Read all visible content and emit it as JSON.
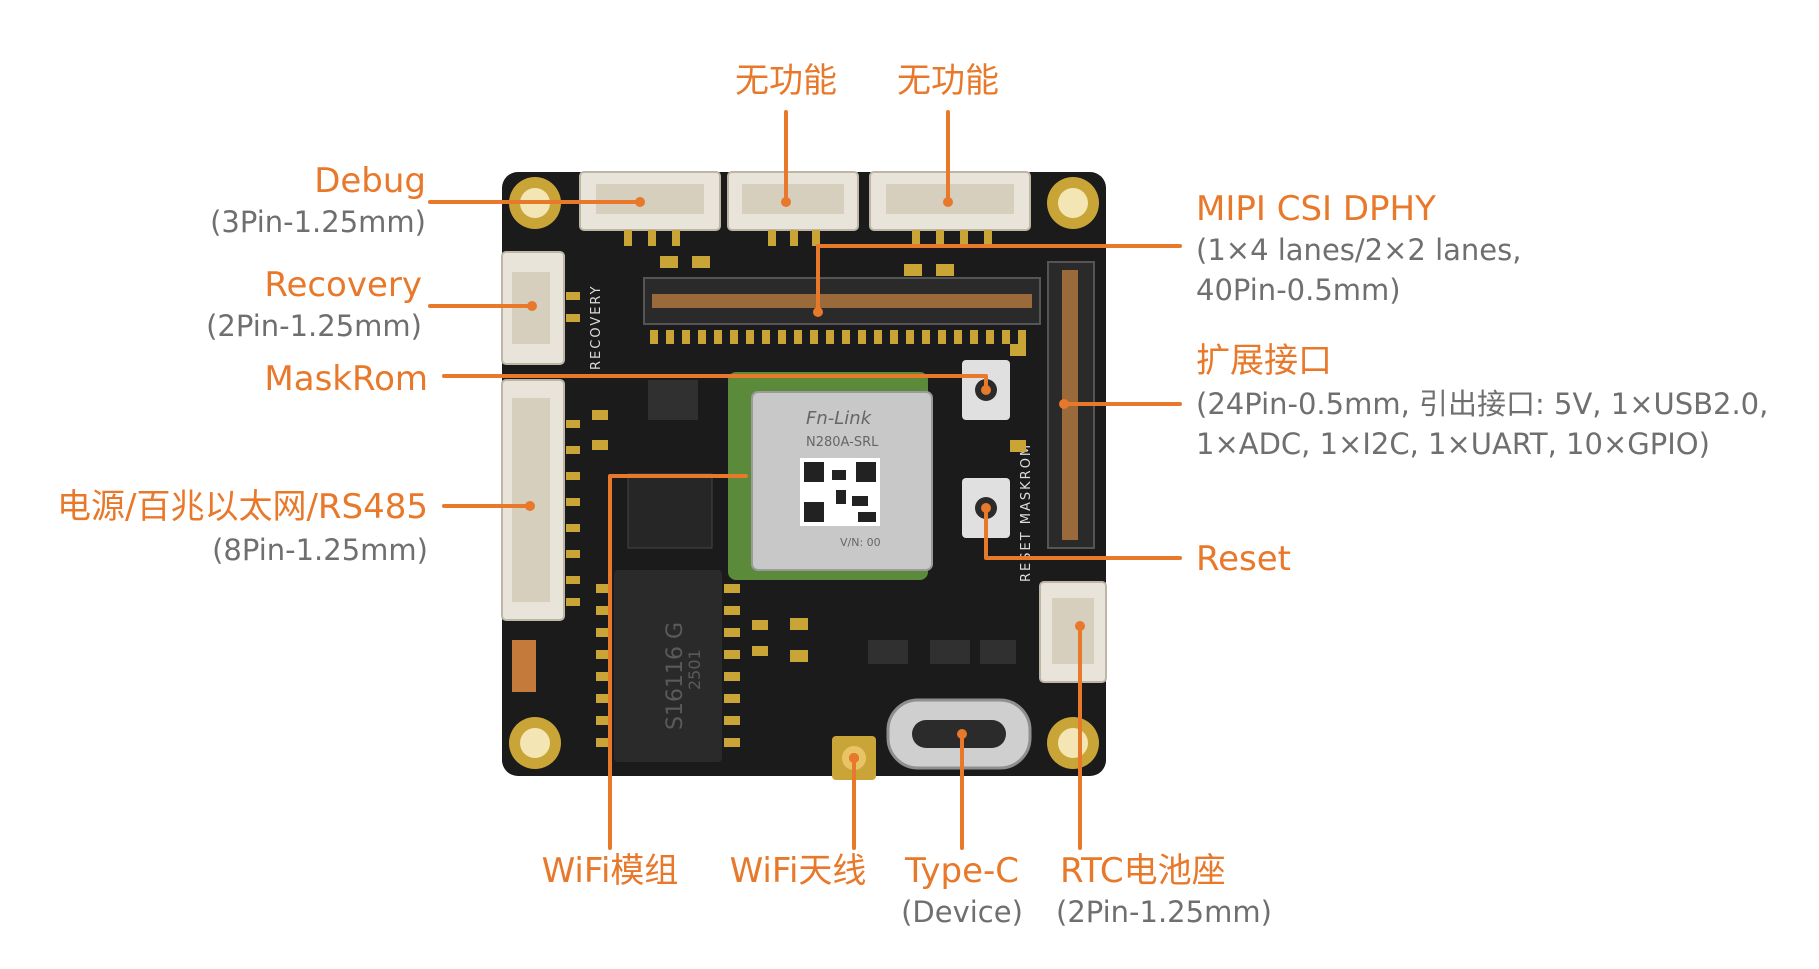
{
  "accent_color": "#e8782a",
  "sub_color": "#6f6f6f",
  "board_color": "#1b1b1b",
  "labels": {
    "debug": {
      "title": "Debug",
      "sub": "(3Pin-1.25mm)"
    },
    "nofunc_1": {
      "title": "无功能"
    },
    "nofunc_2": {
      "title": "无功能"
    },
    "recovery": {
      "title": "Recovery",
      "sub": "(2Pin-1.25mm)"
    },
    "maskrom": {
      "title": "MaskRom"
    },
    "power": {
      "title": "电源/百兆以太网/RS485",
      "sub": "(8Pin-1.25mm)"
    },
    "mipi": {
      "title": "MIPI CSI DPHY",
      "sub1": "(1×4 lanes/2×2 lanes,",
      "sub2": "40Pin-0.5mm)"
    },
    "expansion": {
      "title": "扩展接口",
      "sub1": "(24Pin-0.5mm, 引出接口: 5V, 1×USB2.0,",
      "sub2": "1×ADC, 1×I2C, 1×UART, 10×GPIO)"
    },
    "reset": {
      "title": "Reset"
    },
    "wifi_module": {
      "title": "WiFi模组"
    },
    "wifi_antenna": {
      "title": "WiFi天线"
    },
    "typec": {
      "title": "Type-C",
      "sub": "(Device)"
    },
    "rtc": {
      "title": "RTC电池座",
      "sub": "(2Pin-1.25mm)"
    }
  },
  "board_silkscreen": {
    "recovery": "RECOVERY",
    "reset_maskrom": "RESET  MASKROM",
    "module_brand": "Fn-Link",
    "module_model": "N280A-SRL",
    "module_version": "V/N: 00",
    "transformer_part": "S16116 G",
    "transformer_code": "2501"
  }
}
